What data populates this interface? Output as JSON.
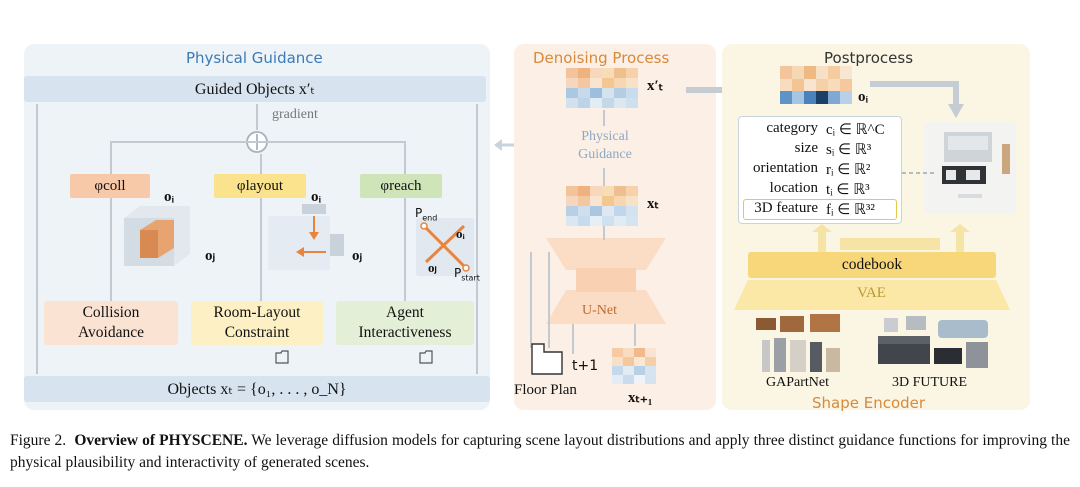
{
  "physical_guidance": {
    "title": "Physical Guidance",
    "guided_objects": "Guided Objects x′ₜ",
    "gradient": "gradient",
    "objects": "Objects xₜ = {o₁, . . . , o_N}",
    "chips": {
      "coll": "φcoll",
      "layout": "φlayout",
      "reach": "φreach"
    },
    "modules": {
      "collision": "Collision\nAvoidance",
      "layout": "Room-Layout\nConstraint",
      "agent": "Agent\nInteractiveness"
    },
    "labels": {
      "oi": "oᵢ",
      "oj": "oⱼ",
      "p_end": "P",
      "p_end_sub": "end",
      "p_start": "P",
      "p_start_sub": "start"
    }
  },
  "denoising": {
    "title": "Denoising Process",
    "xt_prime": "x′ₜ",
    "phys_guidance": "Physical\nGuidance",
    "xt": "xₜ",
    "unet": "U-Net",
    "t1": "t+1",
    "floor_plan": "Floor Plan",
    "xt1": "xₜ₊₁"
  },
  "postprocess": {
    "title": "Postprocess",
    "oi": "oᵢ",
    "features": [
      {
        "label": "category",
        "expr": "cᵢ ∈ ℝ^C"
      },
      {
        "label": "size",
        "expr": "sᵢ ∈ ℝ³"
      },
      {
        "label": "orientation",
        "expr": "rᵢ ∈ ℝ²"
      },
      {
        "label": "location",
        "expr": "tᵢ ∈ ℝ³"
      },
      {
        "label": "3D feature",
        "expr": "fᵢ ∈ ℝ³²"
      }
    ],
    "codebook": "codebook",
    "vae": "VAE",
    "gapartnet": "GAPartNet",
    "future": "3D FUTURE",
    "shape_encoder": "Shape Encoder"
  },
  "caption": {
    "fig": "Figure 2.",
    "bold": "Overview of PHYSCENE.",
    "text": " We leverage diffusion models for capturing scene layout distributions and apply three distinct guidance functions for improving the physical plausibility and interactivity of generated scenes."
  },
  "colors": {
    "guidance_title": "#3a7ab8",
    "denoise_title": "#d68a3c",
    "coll_chip": "#f8c9a8",
    "layout_chip": "#fbe28c",
    "reach_chip": "#cfe4b8",
    "coll_module": "#fbe3d3",
    "layout_module": "#fdf0c4",
    "agent_module": "#e3efd6",
    "codebook": "#f7d77a",
    "feature_border": "#e8c84a"
  }
}
